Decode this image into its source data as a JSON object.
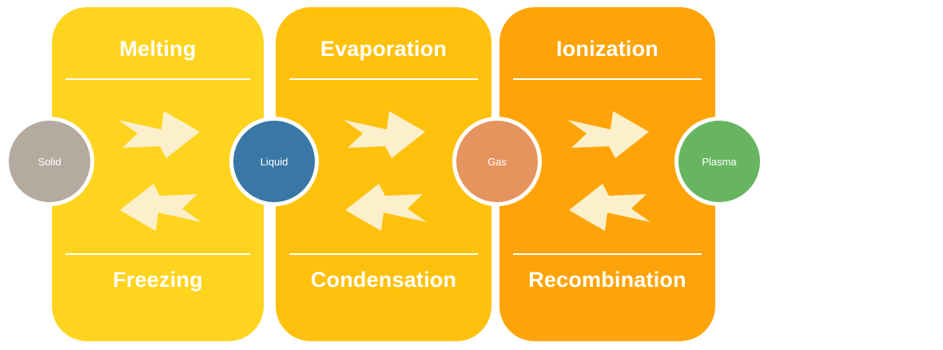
{
  "diagram": {
    "arrow_color": "#FBF0CB",
    "divider_color": "#FFFFFF",
    "text_color": "#FFFFFF"
  },
  "panels": [
    {
      "forward_label": "Melting",
      "reverse_label": "Freezing",
      "bg_color": "#FFD41E"
    },
    {
      "forward_label": "Evaporation",
      "reverse_label": "Condensation",
      "bg_color": "#FFC10C"
    },
    {
      "forward_label": "Ionization",
      "reverse_label": "Recombination",
      "bg_color": "#FFA408"
    }
  ],
  "states": [
    {
      "label": "Solid",
      "color": "#B4AA9F"
    },
    {
      "label": "Liquid",
      "color": "#3978A6"
    },
    {
      "label": "Gas",
      "color": "#E6945E"
    },
    {
      "label": "Plasma",
      "color": "#68B561"
    }
  ]
}
